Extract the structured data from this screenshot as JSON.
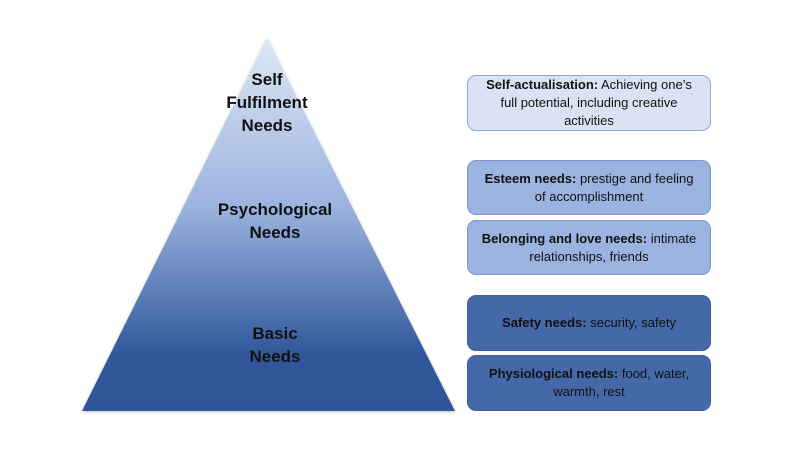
{
  "pyramid": {
    "levels": [
      {
        "label_lines": [
          "Self",
          "Fulfilment",
          "Needs"
        ]
      },
      {
        "label_lines": [
          "Psychological",
          "Needs"
        ]
      },
      {
        "label_lines": [
          "Basic",
          "Needs"
        ]
      }
    ],
    "gradient_top": "#dde6f4",
    "gradient_bottom": "#2f5597"
  },
  "boxes": [
    {
      "title": "Self-actualisation:",
      "text": "Achieving one’s full potential, including creative activities",
      "fill": "#dae3f3"
    },
    {
      "title": "Esteem needs:",
      "text": "prestige and feeling of accomplishment",
      "fill": "#9ab3e0"
    },
    {
      "title": "Belonging and love needs:",
      "text": "intimate relationships, friends",
      "fill": "#9ab3e0"
    },
    {
      "title": "Safety needs:",
      "text": "security, safety",
      "fill": "#4468a8"
    },
    {
      "title": "Physiological needs:",
      "text": "food, water, warmth, rest",
      "fill": "#4468a8"
    }
  ]
}
